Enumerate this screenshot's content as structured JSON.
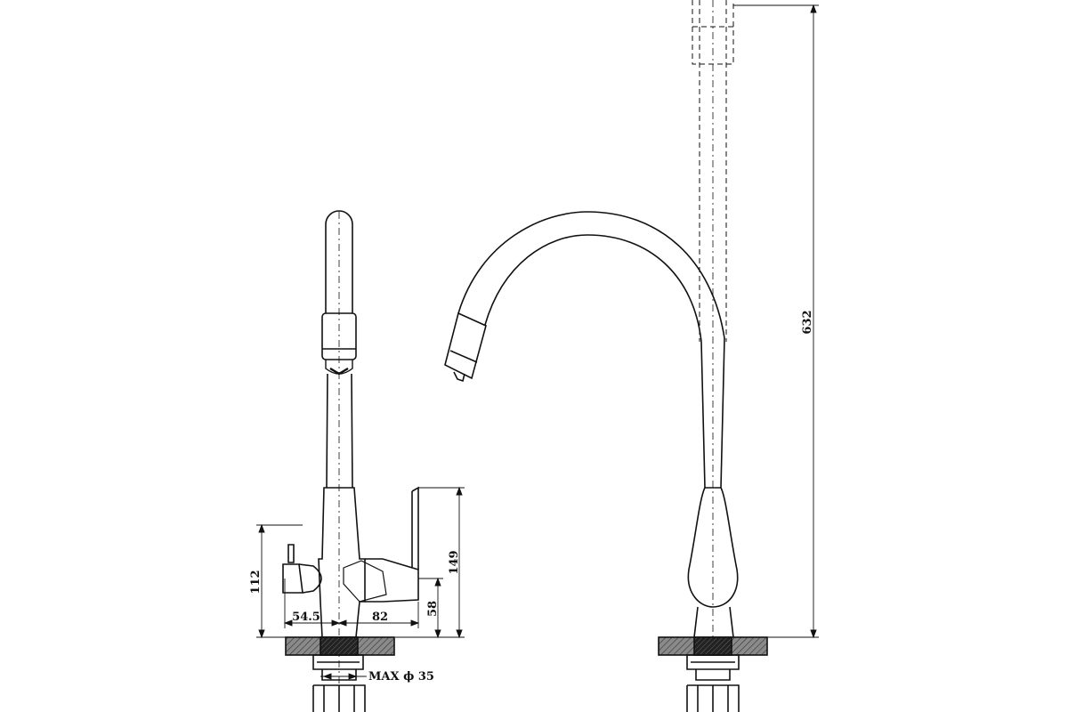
{
  "colors": {
    "ink": "#111111",
    "paper": "#ffffff",
    "base_fill": "#7a7a7a",
    "thread_fill": "#2b2b2b"
  },
  "dimensions": {
    "height_total": "632",
    "height_handle": "149",
    "height_body": "112",
    "offset_left": "54.5",
    "offset_right": "82",
    "height_lower": "58",
    "max_diameter": "MAX ϕ 35"
  }
}
